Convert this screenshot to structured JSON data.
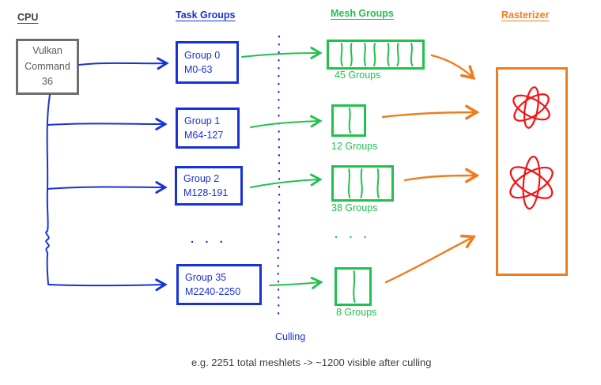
{
  "colors": {
    "blue": "#1733d6",
    "green": "#21c14d",
    "orange": "#f07d1d",
    "red": "#f21414",
    "box_gray": "#6e6e6e",
    "text_gray": "#595959",
    "dark": "#3d3d3d"
  },
  "headers": {
    "cpu": "CPU",
    "task_groups": "Task Groups",
    "mesh_groups": "Mesh Groups",
    "rasterizer": "Rasterizer"
  },
  "cpu": {
    "command_box": "Vulkan\nCommand\n36"
  },
  "task_groups": [
    {
      "name": "Group 0",
      "meshlets": "M0-63"
    },
    {
      "name": "Group 1",
      "meshlets": "M64-127"
    },
    {
      "name": "Group 2",
      "meshlets": "M128-191"
    },
    {
      "name": "Group 35",
      "meshlets": "M2240-2250"
    }
  ],
  "task_ellipsis": ". . .",
  "mesh_groups": [
    {
      "label": "45 Groups",
      "segments": 7
    },
    {
      "label": "12 Groups",
      "segments": 1
    },
    {
      "label": "38 Groups",
      "segments": 3
    },
    {
      "label": "8 Groups",
      "segments": 1
    }
  ],
  "mesh_ellipsis": ". . .",
  "culling_label": "Culling",
  "caption": "e.g. 2251 total meshlets -> ~1200 visible after culling"
}
